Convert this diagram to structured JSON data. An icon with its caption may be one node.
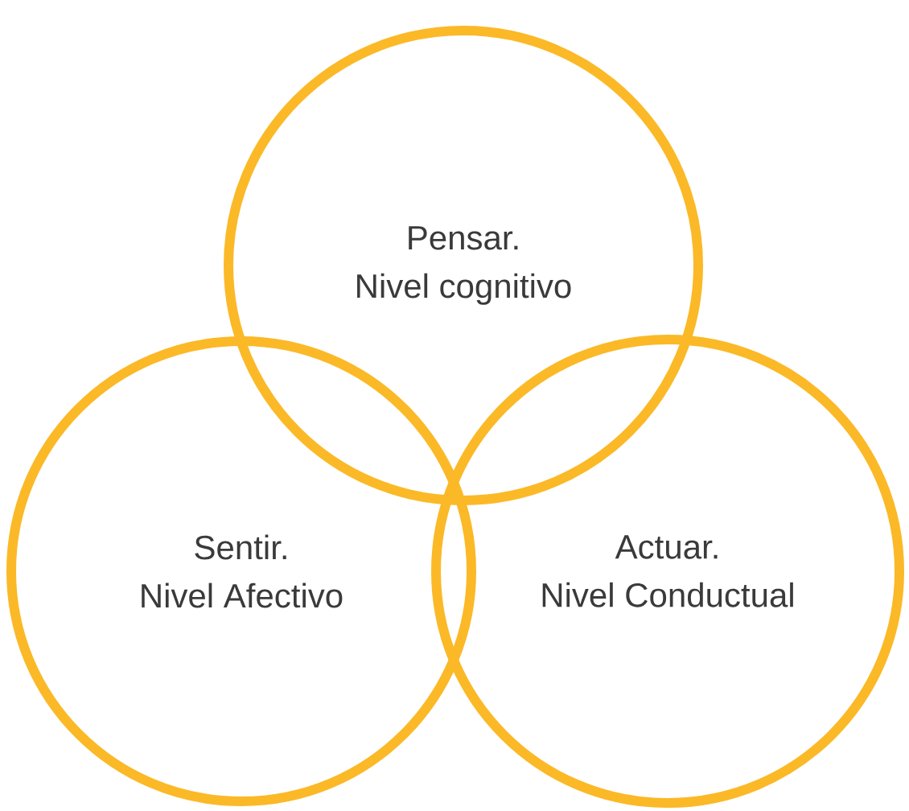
{
  "diagram": {
    "nodes": [
      {
        "text": [
          "Pensar.",
          "Nivel cognitivo"
        ]
      },
      {
        "text": [
          "Sentir.",
          "Nivel Afectivo"
        ]
      },
      {
        "text": [
          "Actuar.",
          "Nivel Conductual"
        ]
      }
    ]
  }
}
